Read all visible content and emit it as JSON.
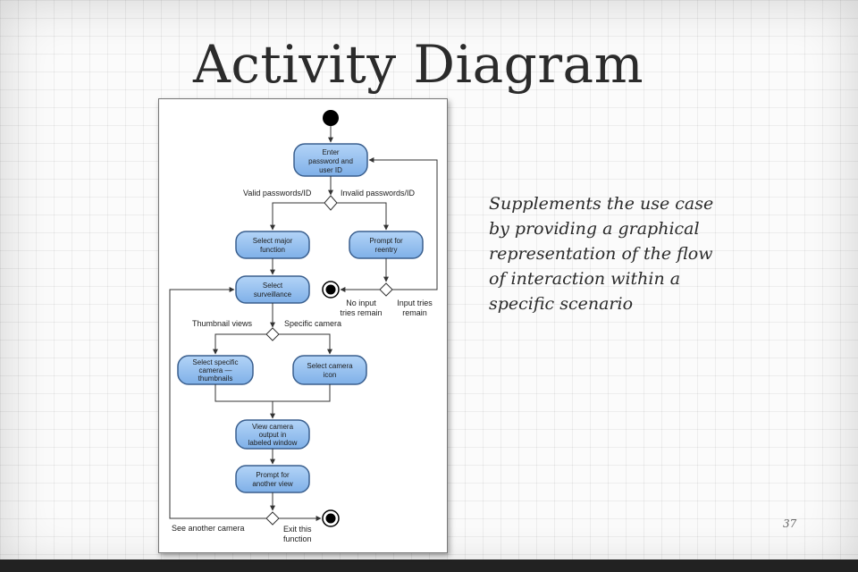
{
  "slide": {
    "title": "Activity Diagram",
    "body_lines": [
      "Supplements the use case",
      "by providing a graphical",
      "representation of the flow",
      "of interaction within a",
      "specific scenario"
    ],
    "page_number": "37"
  },
  "diagram": {
    "activities": {
      "enter_password": [
        "Enter",
        "password and",
        "user ID"
      ],
      "select_major": [
        "Select major",
        "function"
      ],
      "prompt_reentry": [
        "Prompt for",
        "reentry"
      ],
      "select_surveillance": [
        "Select",
        "surveillance"
      ],
      "select_thumbnails": [
        "Select specific",
        "camera —",
        "thumbnails"
      ],
      "select_camera_icon": [
        "Select camera",
        "icon"
      ],
      "view_output": [
        "View camera",
        "output in",
        "labeled window"
      ],
      "prompt_another": [
        "Prompt for",
        "another view"
      ]
    },
    "guards": {
      "valid": "Valid passwords/ID",
      "invalid": "Invalid passwords/ID",
      "no_input": [
        "No input",
        "tries remain"
      ],
      "input_tries": [
        "Input tries",
        "remain"
      ],
      "thumbnail": "Thumbnail views",
      "specific_camera": "Specific camera",
      "see_another": "See another camera",
      "exit": [
        "Exit this",
        "function"
      ]
    },
    "colors": {
      "activity_fill": "#8fbdef",
      "activity_stroke": "#3a5f8e",
      "line": "#333333"
    }
  }
}
